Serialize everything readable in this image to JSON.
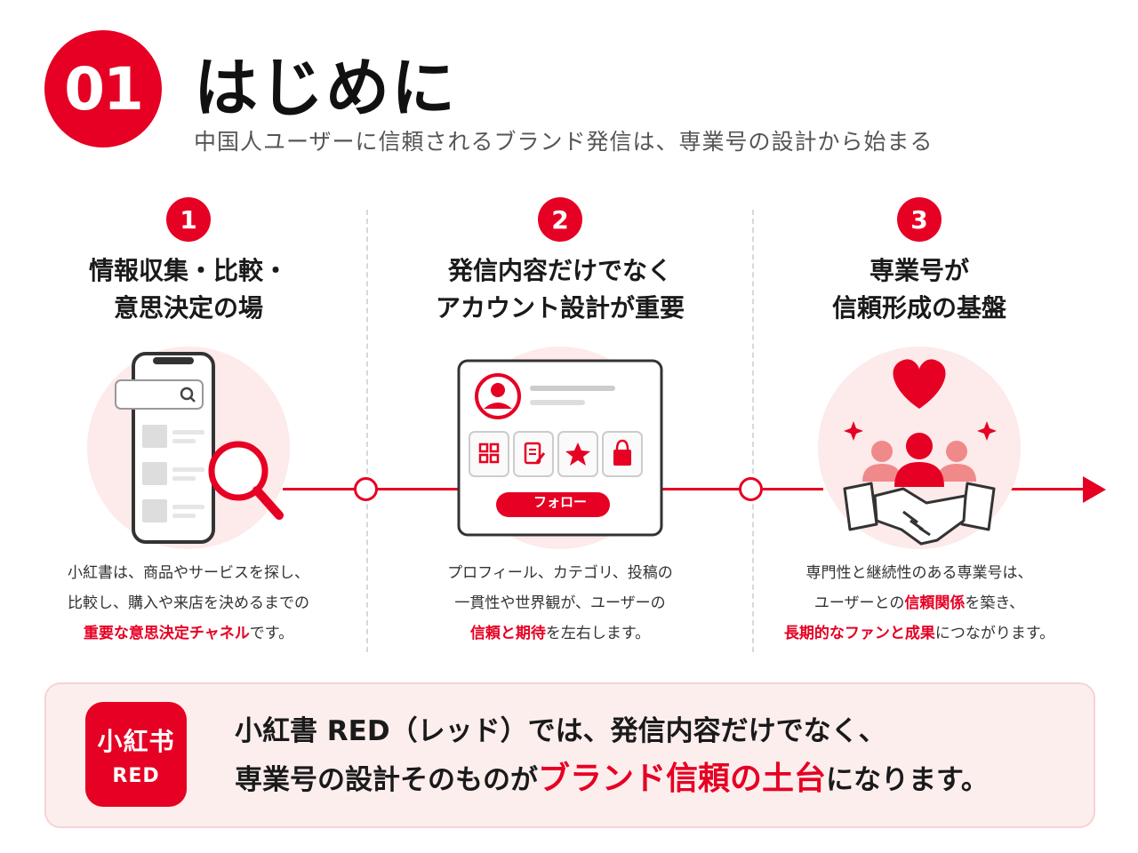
{
  "header": {
    "number": "01",
    "title": "はじめに",
    "subtitle": "中国人ユーザーに信頼されるブランド発信は、専業号の設計から始まる"
  },
  "columns": [
    {
      "step": "1",
      "title_lines": [
        "情報収集・比較・",
        "意思決定の場"
      ],
      "desc": {
        "line1": "小紅書は、商品やサービスを探し、",
        "line2": "比較し、購入や来店を決めるまでの",
        "line3_highlight": "重要な意思決定チャネル",
        "line3_rest": "です。"
      }
    },
    {
      "step": "2",
      "title_lines": [
        "発信内容だけでなく",
        "アカウント設計が重要"
      ],
      "follow_button": "フォロー",
      "desc": {
        "line1": "プロフィール、カテゴリ、投稿の",
        "line2": "一貫性や世界観が、ユーザーの",
        "line3_highlight": "信頼と期待",
        "line3_rest": "を左右します。"
      }
    },
    {
      "step": "3",
      "title_lines": [
        "専業号が",
        "信頼形成の基盤"
      ],
      "desc": {
        "line1": "専門性と継続性のある専業号は、",
        "line2_pre": "ユーザーとの",
        "line2_highlight": "信頼関係",
        "line2_post": "を築き、",
        "line3_highlight": "長期的なファンと成果",
        "line3_rest": "につながります。"
      }
    }
  ],
  "bottom": {
    "logo_line1": "小紅书",
    "logo_line2": "RED",
    "line1": "小紅書 RED（レッド）では、発信内容だけでなく、",
    "line2_pre": "専業号の設計そのものが",
    "line2_highlight": "ブランド信頼の土台",
    "line2_post": "になります。"
  },
  "colors": {
    "accent": "#e60023",
    "soft_bg": "#fdeaea"
  },
  "icons": [
    "search-icon",
    "magnifier-icon",
    "avatar-icon",
    "grid-icon",
    "note-icon",
    "star-icon",
    "bag-icon",
    "heart-icon",
    "sparkle-icon",
    "people-icon",
    "handshake-icon"
  ]
}
